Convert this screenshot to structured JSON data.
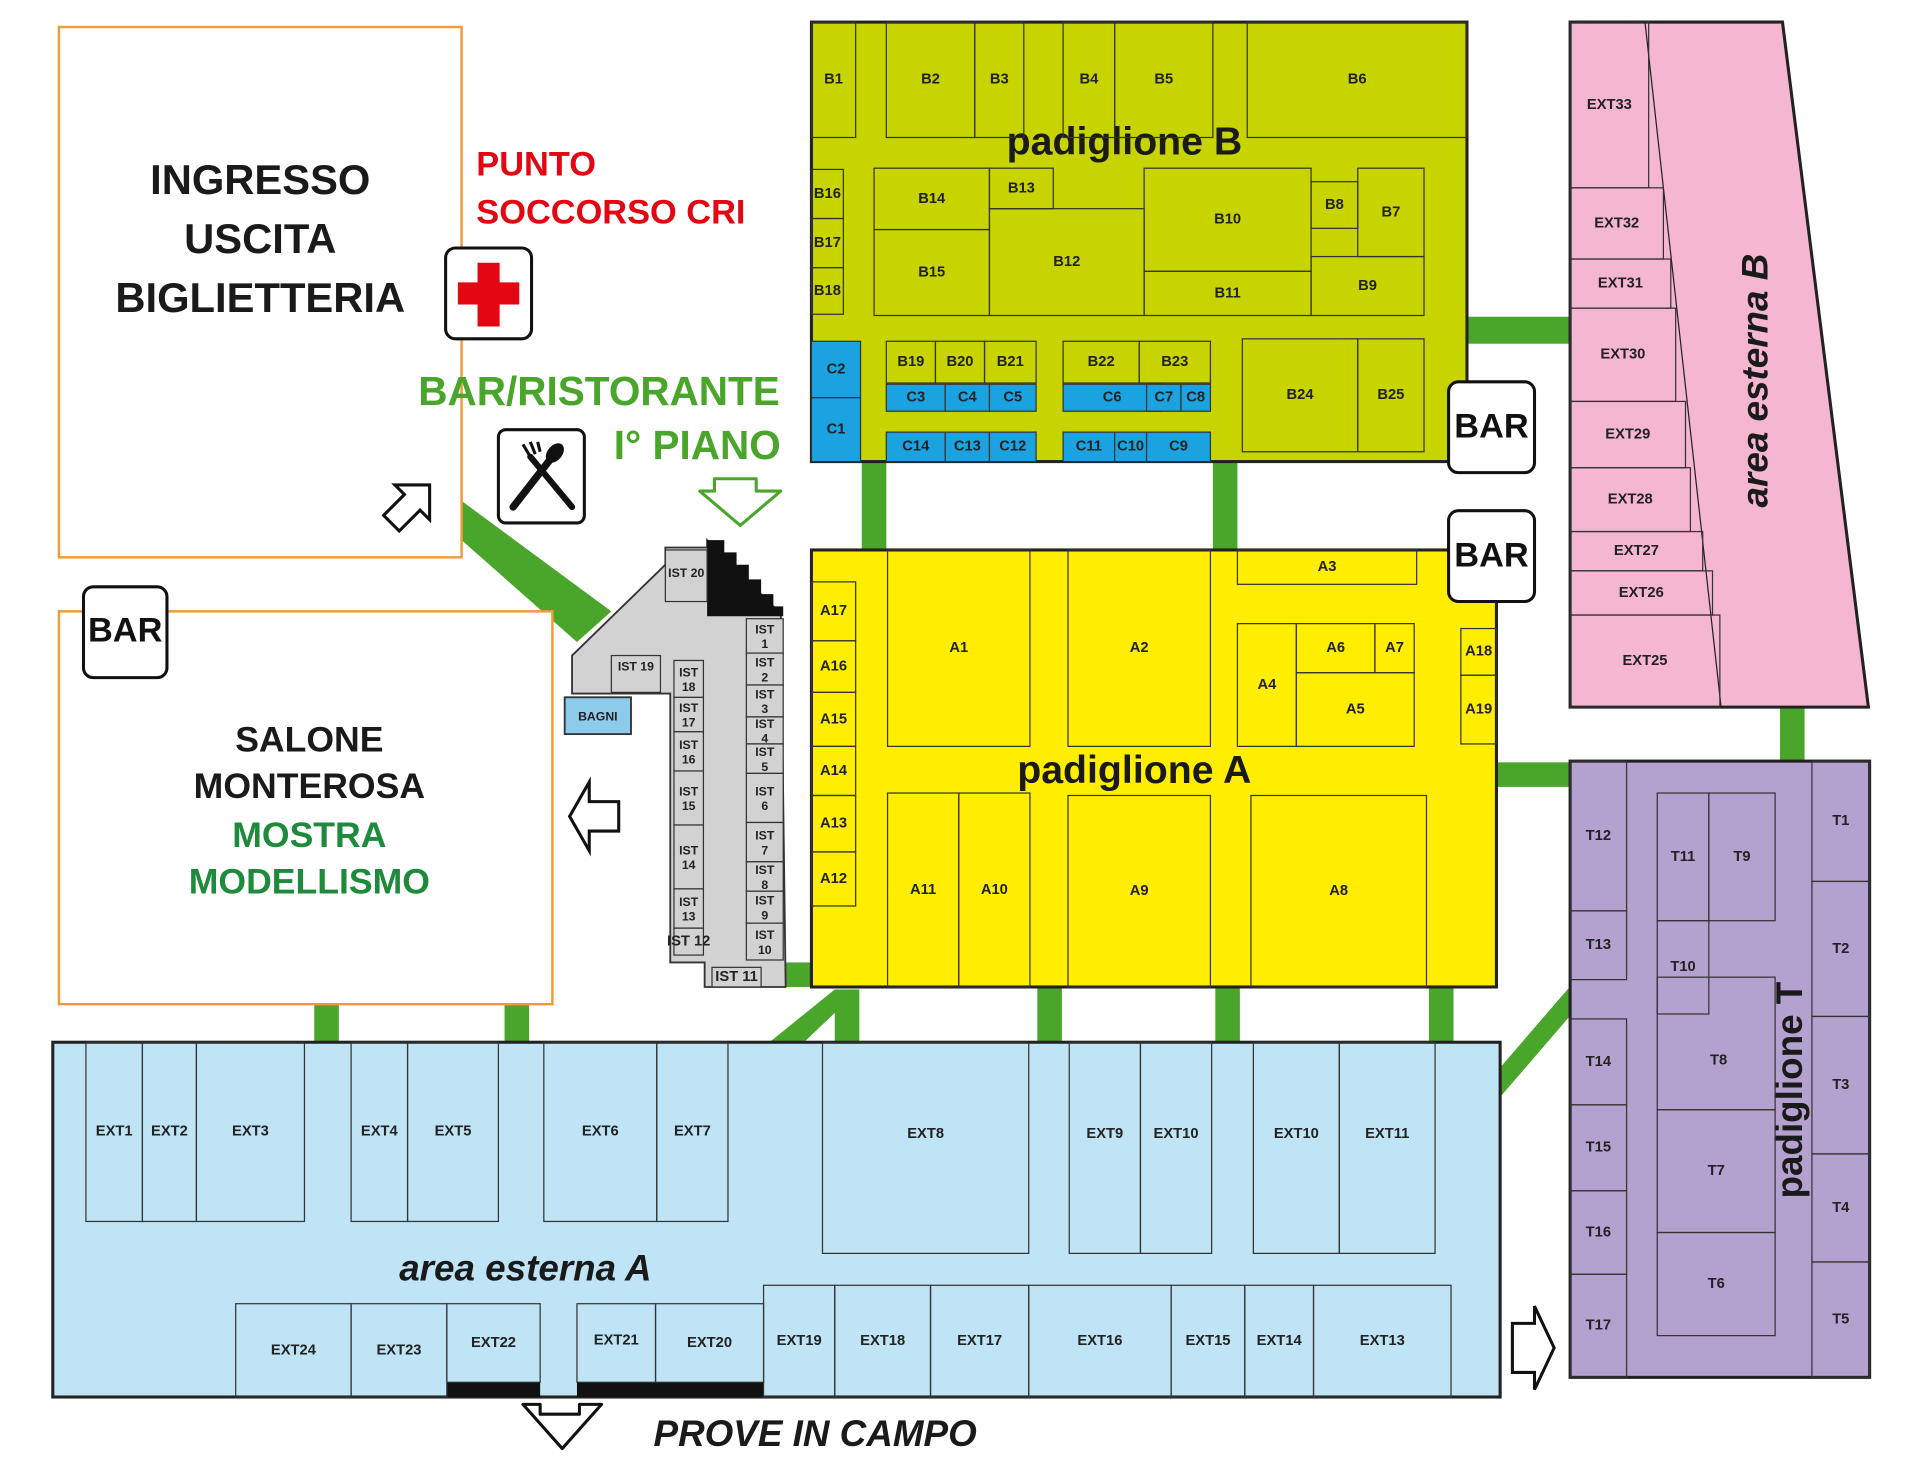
{
  "labels": {
    "entrance": [
      "INGRESSO",
      "USCITA",
      "BIGLIETTERIA"
    ],
    "first_aid": [
      "PUNTO",
      "SOCCORSO CRI"
    ],
    "restaurant": [
      "BAR/RISTORANTE",
      "I° PIANO"
    ],
    "salone": [
      "SALONE",
      "MONTEROSA"
    ],
    "mostra": [
      "MOSTRA",
      "MODELLISMO"
    ],
    "pavilion_a": "padiglione A",
    "pavilion_b": "padiglione B",
    "pavilion_t": "padiglione T",
    "outdoor_a": "area esterna A",
    "outdoor_b": "area esterna B",
    "field_tests": "PROVE IN CAMPO",
    "bagni": "BAGNI",
    "bar": "BAR"
  },
  "colors": {
    "pavilion_a": "#ffee00",
    "pavilion_b": "#c8d400",
    "pavilion_t": "#b3a2cf",
    "outdoor_a": "#bfe4f5",
    "outdoor_b": "#f4b6d1",
    "stand_c": "#1aa3e0",
    "corridor": "#4aa52b",
    "building_border": "#f09a3a",
    "red_text": "#e30613",
    "green_text": "#1e8a3c",
    "ist_area": "#d2d2d2"
  },
  "stands": {
    "b_row1": [
      "B1",
      "B2",
      "B3",
      "B4",
      "B5",
      "B6"
    ],
    "b_mid": [
      "B16",
      "B17",
      "B18",
      "B14",
      "B15",
      "B13",
      "B12",
      "B10",
      "B11",
      "B8",
      "B7",
      "B9"
    ],
    "b_low": [
      "B19",
      "B20",
      "B21",
      "B22",
      "B23",
      "B24",
      "B25"
    ],
    "c": [
      "C1",
      "C2",
      "C3",
      "C4",
      "C5",
      "C6",
      "C7",
      "C8",
      "C9",
      "C10",
      "C11",
      "C12",
      "C13",
      "C14"
    ],
    "a": [
      "A1",
      "A2",
      "A3",
      "A4",
      "A5",
      "A6",
      "A7",
      "A8",
      "A9",
      "A10",
      "A11",
      "A12",
      "A13",
      "A14",
      "A15",
      "A16",
      "A17",
      "A18",
      "A19"
    ],
    "t": [
      "T1",
      "T2",
      "T3",
      "T4",
      "T5",
      "T6",
      "T7",
      "T8",
      "T9",
      "T10",
      "T11",
      "T12",
      "T13",
      "T14",
      "T15",
      "T16",
      "T17"
    ],
    "ext_b": [
      "EXT33",
      "EXT32",
      "EXT31",
      "EXT30",
      "EXT29",
      "EXT28",
      "EXT27",
      "EXT26",
      "EXT25"
    ],
    "ext_a_top": [
      "EXT1",
      "EXT2",
      "EXT3",
      "EXT4",
      "EXT5",
      "EXT6",
      "EXT7",
      "EXT8",
      "EXT9",
      "EXT10",
      "EXT10",
      "EXT11"
    ],
    "ext_a_bottom": [
      "EXT24",
      "EXT23",
      "EXT22",
      "EXT21",
      "EXT20",
      "EXT19",
      "EXT18",
      "EXT17",
      "EXT16",
      "EXT15",
      "EXT14",
      "EXT13"
    ],
    "ist": [
      "IST 1",
      "IST 2",
      "IST 3",
      "IST 4",
      "IST 5",
      "IST 6",
      "IST 7",
      "IST 8",
      "IST 9",
      "IST 10",
      "IST 11",
      "IST 12",
      "IST 13",
      "IST 14",
      "IST 15",
      "IST 16",
      "IST 17",
      "IST 18",
      "IST 19",
      "IST 20"
    ]
  }
}
